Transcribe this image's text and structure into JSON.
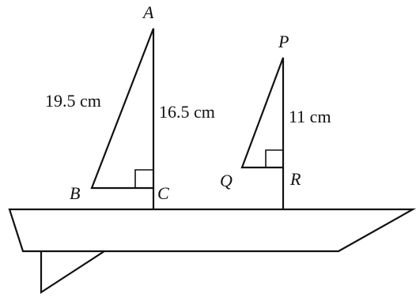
{
  "points": {
    "A": "A",
    "B": "B",
    "C": "C",
    "P": "P",
    "Q": "Q",
    "R": "R"
  },
  "lengths": {
    "AB": "19.5 cm",
    "AC": "16.5 cm",
    "PR": "11 cm"
  },
  "colors": {
    "stroke": "#111111",
    "background": "#ffffff"
  }
}
